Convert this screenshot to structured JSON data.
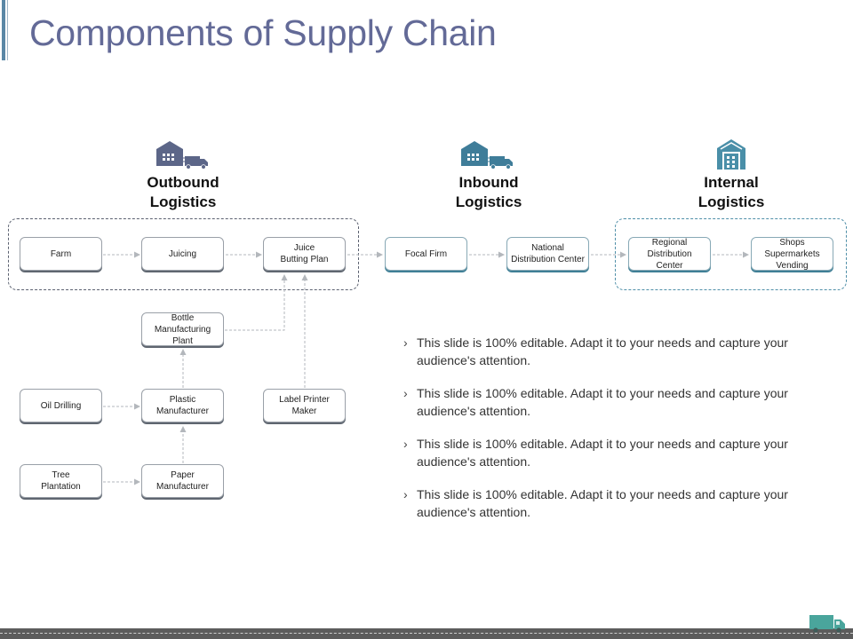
{
  "page": {
    "title": "Components of Supply Chain"
  },
  "sections": {
    "outbound": {
      "line1": "Outbound",
      "line2": "Logistics"
    },
    "inbound": {
      "line1": "Inbound",
      "line2": "Logistics"
    },
    "internal": {
      "line1": "Internal",
      "line2": "Logistics"
    }
  },
  "nodes": {
    "farm": {
      "lines": [
        "Farm"
      ]
    },
    "juicing": {
      "lines": [
        "Juicing"
      ]
    },
    "juice_butting_plan": {
      "lines": [
        "Juice",
        "Butting Plan"
      ]
    },
    "focal_firm": {
      "lines": [
        "Focal Firm"
      ]
    },
    "national_distribution_center": {
      "lines": [
        "National",
        "Distribution Center"
      ]
    },
    "regional_distribution_center": {
      "lines": [
        "Regional",
        "Distribution",
        "Center"
      ]
    },
    "shops_supermarkets_vending": {
      "lines": [
        "Shops",
        "Supermarkets",
        "Vending"
      ]
    },
    "bottle_manufacturing_plant": {
      "lines": [
        "Bottle",
        "Manufacturing",
        "Plant"
      ]
    },
    "oil_drilling": {
      "lines": [
        "Oil Drilling"
      ]
    },
    "plastic_manufacturer": {
      "lines": [
        "Plastic",
        "Manufacturer"
      ]
    },
    "label_printer_maker": {
      "lines": [
        "Label Printer",
        "Maker"
      ]
    },
    "tree_plantation": {
      "lines": [
        "Tree",
        "Plantation"
      ]
    },
    "paper_manufacturer": {
      "lines": [
        "Paper",
        "Manufacturer"
      ]
    }
  },
  "bullets": [
    {
      "marker": "›",
      "text": "This slide is 100% editable. Adapt it to your needs and capture your audience's attention."
    },
    {
      "marker": "›",
      "text": "This slide is 100% editable. Adapt it to your needs and capture your audience's attention."
    },
    {
      "marker": "›",
      "text": "This slide is 100% editable. Adapt it to your needs and capture your audience's attention."
    },
    {
      "marker": "›",
      "text": "This slide is 100% editable. Adapt it to your needs and capture your audience's attention."
    }
  ],
  "colors": {
    "title": "#636a97",
    "accent_dark": "#5f6670",
    "accent_teal": "#3f7f96",
    "outbound_icon": "#5c6688",
    "inbound_icon": "#3f7d99",
    "internal_icon": "#4a8fa8"
  },
  "icons": {
    "outbound": "warehouse-truck-icon",
    "inbound": "warehouse-truck-icon",
    "internal": "warehouse-icon",
    "footer": "truck-icon"
  }
}
